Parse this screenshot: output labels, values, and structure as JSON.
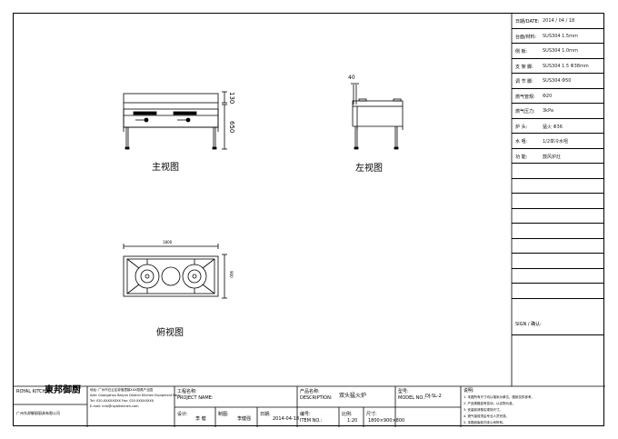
{
  "views": {
    "front": "主视图",
    "left": "左视图",
    "top": "俯视图"
  },
  "dims": {
    "front_top": "130",
    "front_height": "650",
    "side_top": "40",
    "top_width": "1800",
    "top_depth": "900"
  },
  "spec_table": {
    "rows": [
      {
        "key": "日期/DATE:",
        "value": "2014 / 04 / 18"
      },
      {
        "key": "台面/材料:",
        "value": "SUS304 1.5mm"
      },
      {
        "key": "侧    板:",
        "value": "SUS304 1.0mm"
      },
      {
        "key": "支 架 脚:",
        "value": "SUS304 1.5 Φ38mm"
      },
      {
        "key": "调 节 脚:",
        "value": "SUS304 Φ50"
      },
      {
        "key": "燃气管规:",
        "value": "Φ20"
      },
      {
        "key": "燃气压力:",
        "value": "3kPa"
      },
      {
        "key": "炉    头:",
        "value": "猛火 Φ36"
      },
      {
        "key": "水    咀:",
        "value": "1/2单冷水咀"
      },
      {
        "key": "功    能:",
        "value": "鼓风炉灶"
      }
    ],
    "sign": "SIGN / 确认:"
  },
  "title_block": {
    "logo_en": "ROYAL KITCHEN",
    "logo_cn": "東邦御厨",
    "company_line": "广州东邦御厨厨具有限公司",
    "address_lines": [
      "地址: 广州市白云区钟落潭镇XXX厨具产业园",
      "Add: Guangzhou Baiyun District Kitchen Equipment Park",
      "Tel: 020-XXXXXXXX  Fax: 020-XXXXXXXX",
      "E-mail: info@royalkitchen.com"
    ],
    "project_label": "工程名称:",
    "project_label_en": "PROJECT NAME:",
    "desc_label": "产品名称:",
    "desc_label_en": "DESCRIPTION:",
    "desc_value": "双头猛火炉",
    "model_label": "型号:",
    "model_label_en": "MODEL NO.:",
    "model_value": "DJ-SL-2",
    "design_label": "设计:",
    "design_value": "李 健",
    "draw_label": "制图:",
    "draw_value": "李健强",
    "date_label": "日期:",
    "date_value": "2014-04-18",
    "item_label": "编号:",
    "item_label_en": "ITEM NO.:",
    "scale_label": "比例:",
    "scale_value": "1:20",
    "size_label": "尺寸:",
    "size_value": "1800×900×800",
    "notes_title": "说明:",
    "notes": [
      "1. 本图所有尺寸均以毫米为单位，图纸仅供参考。",
      "2. 产品规格如有变动，以实物为准。",
      "3. 安装前请核实现场尺寸。",
      "4. 燃气接驳须由专业人员完成。",
      "5. 本图纸版权归本公司所有。"
    ]
  }
}
